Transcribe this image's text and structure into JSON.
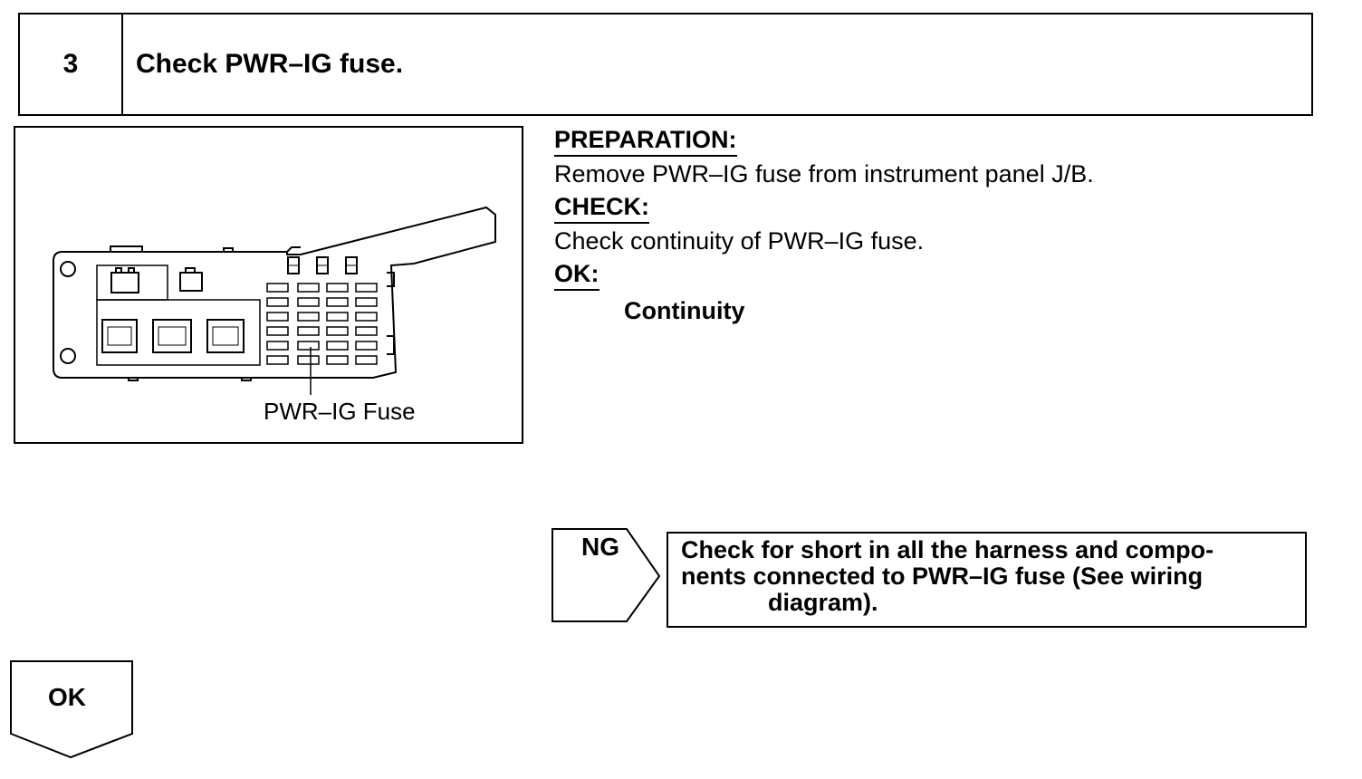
{
  "step": {
    "number": "3",
    "title": "Check PWR–IG fuse."
  },
  "figure": {
    "fuse_label": "PWR–IG Fuse"
  },
  "procedure": {
    "preparation_heading": "PREPARATION:",
    "preparation_text": "Remove PWR–IG fuse from instrument panel J/B.",
    "check_heading": "CHECK:",
    "check_text": "Check continuity of PWR–IG fuse.",
    "ok_heading": "OK:",
    "ok_text": "Continuity"
  },
  "ng_branch": {
    "label": "NG",
    "lines": [
      "Check for short in all the harness and compo-",
      "nents connected to PWR–IG fuse (See wiring",
      "diagram)."
    ]
  },
  "ok_branch": {
    "label": "OK"
  }
}
